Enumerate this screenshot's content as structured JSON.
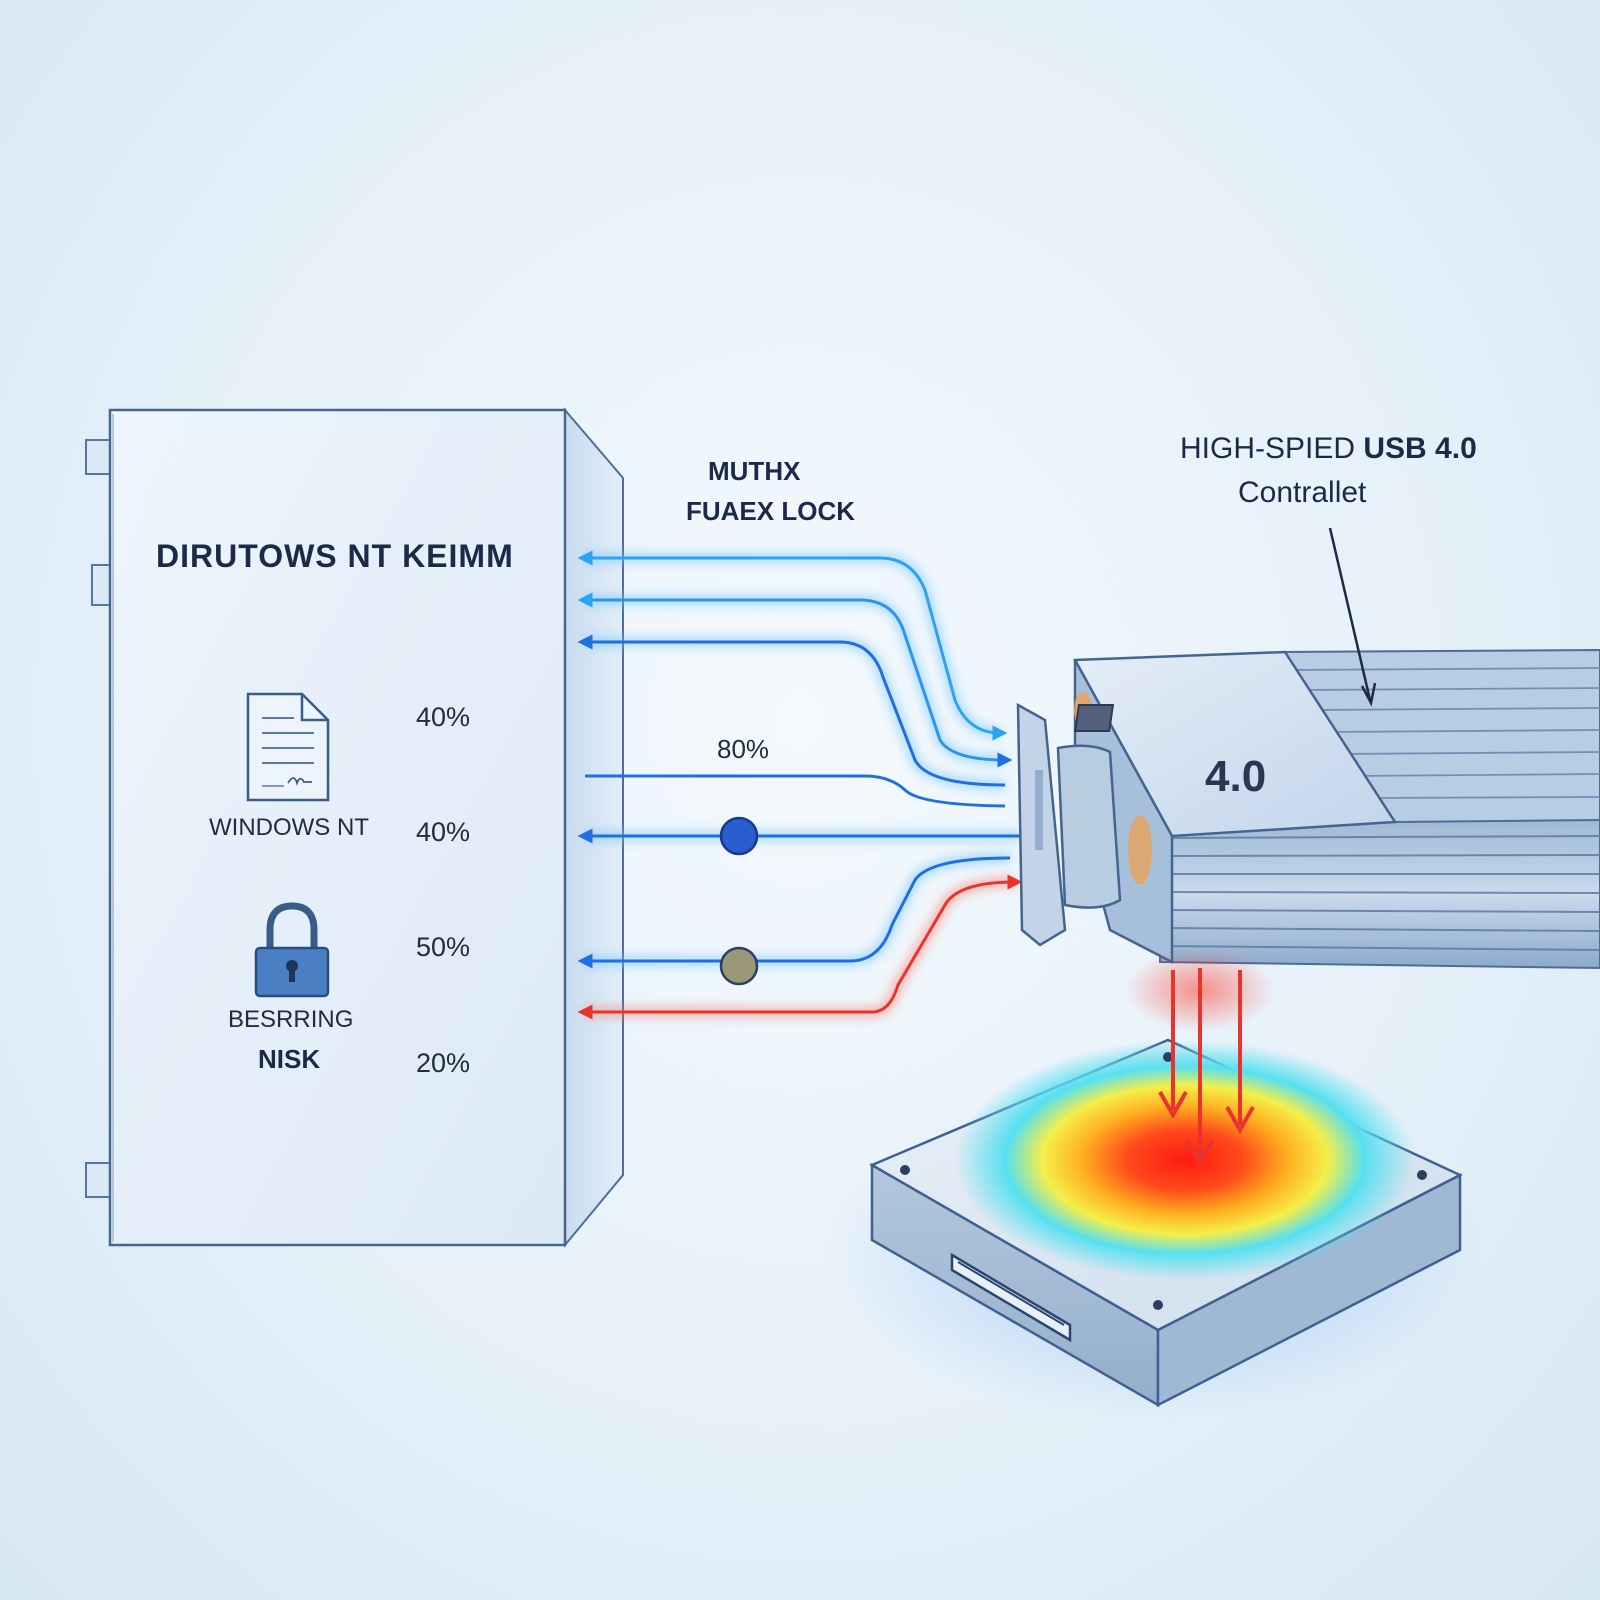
{
  "diagram": {
    "kernel_box": {
      "title": "DIRUTOWS NT KEIMM",
      "document_label": "WINDOWS NT",
      "lock_label_line1": "BESRRING",
      "lock_label_line2": "NISK"
    },
    "percentages": {
      "p1": "40%",
      "p2": "40%",
      "p3": "50%",
      "p4": "20%",
      "mid": "80%"
    },
    "mutex_label": {
      "line1": "MUTHX",
      "line2": "FUAEX LOCK"
    },
    "controller": {
      "label_prefix": "HIGH-SPIED",
      "label_bold": "USB 4.0",
      "label_line2": "Contrallet",
      "chip_label": "4.0"
    },
    "icons": [
      "document-icon",
      "padlock-icon",
      "usb-connector-icon",
      "hard-disk-icon"
    ],
    "colors": {
      "flow_blue": "#1f6fe0",
      "flow_cyan": "#2aa3f0",
      "flow_red": "#e8332e",
      "heat_red": "#ff2a1a"
    }
  }
}
